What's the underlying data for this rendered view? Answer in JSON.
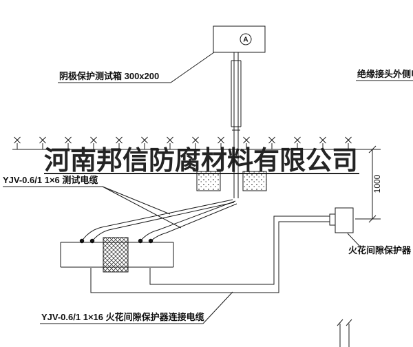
{
  "watermark": {
    "text": "河南邦信防腐材料有限公司"
  },
  "test_box": {
    "label": "阴极保护测试箱 300x200",
    "meter": "A"
  },
  "labels": {
    "insulated_joint_cable": "绝缘接头外侧电缆",
    "test_cable": "YJV-0.6/1 1×6  测试电缆",
    "spark_gap_protector": "火花间隙保护器",
    "protector_cable": "YJV-0.6/1 1×16  火花间隙保护器连接电缆"
  },
  "dimensions": {
    "burial_depth": "1000"
  },
  "colors": {
    "line": "#1a1a1a",
    "background": "#ffffff"
  }
}
